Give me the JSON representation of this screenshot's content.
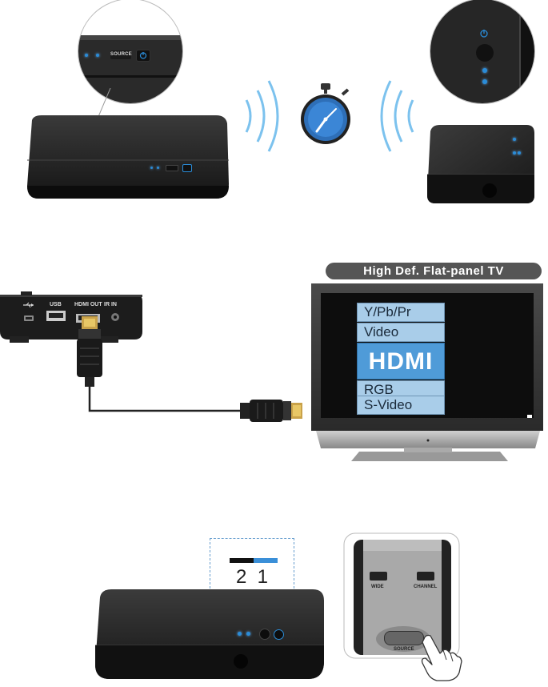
{
  "section1": {
    "source_button_label": "SOURCE"
  },
  "section2": {
    "tv_banner": "High Def. Flat-panel TV",
    "ports": {
      "usb": "USB",
      "hdmi_out": "HDMI OUT",
      "ir_in": "IR IN"
    },
    "menu_items": [
      "Y/Pb/Pr",
      "Video",
      "HDMI",
      "RGB",
      "S-Video"
    ]
  },
  "section3": {
    "indicator_digits": "2  1",
    "remote": {
      "wide_label": "WIDE",
      "channel_label": "CHANNEL",
      "source_label": "SOURCE"
    }
  },
  "colors": {
    "led_blue": "#2a8cd8",
    "hdmi_highlight": "#4f9bd8",
    "menu_item_bg": "#a9cde9",
    "device_black": "#1c1c1c"
  }
}
